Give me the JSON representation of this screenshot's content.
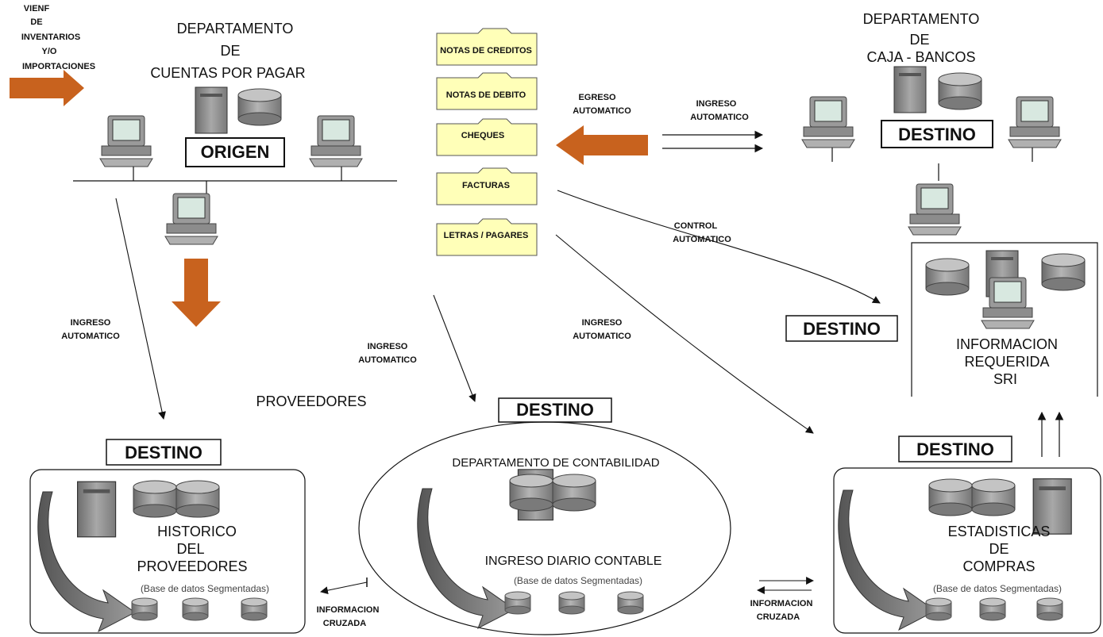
{
  "colors": {
    "accent_arrow": "#c8621e",
    "server": "#8a8a8a",
    "folder": "#ffffb8"
  },
  "import_label": {
    "l1": "VIENF",
    "l2": "DE",
    "l3": "INVENTARIOS",
    "l4": "Y/O",
    "l5": "IMPORTACIONES"
  },
  "origin_dept": {
    "l1": "DEPARTAMENTO",
    "l2": "DE",
    "l3": "CUENTAS POR PAGAR",
    "badge": "ORIGEN"
  },
  "documents": [
    "NOTAS DE CREDITOS",
    "NOTAS DE DEBITO",
    "CHEQUES",
    "FACTURAS",
    "LETRAS / PAGARES"
  ],
  "egreso": {
    "l1": "EGRESO",
    "l2": "AUTOMATICO"
  },
  "ingreso_caja": {
    "l1": "INGRESO",
    "l2": "AUTOMATICO"
  },
  "caja_dept": {
    "l1": "DEPARTAMENTO",
    "l2": "DE",
    "l3": "CAJA - BANCOS",
    "badge": "DESTINO"
  },
  "control": {
    "l1": "CONTROL",
    "l2": "AUTOMATICO"
  },
  "ingreso_left": {
    "l1": "INGRESO",
    "l2": "AUTOMATICO"
  },
  "ingreso_mid": {
    "l1": "INGRESO",
    "l2": "AUTOMATICO"
  },
  "ingreso_right": {
    "l1": "INGRESO",
    "l2": "AUTOMATICO"
  },
  "proveedores": "PROVEEDORES",
  "destino_sri": "DESTINO",
  "sri": {
    "l1": "INFORMACION",
    "l2": "REQUERIDA",
    "l3": "SRI"
  },
  "historico": {
    "badge": "DESTINO",
    "l1": "HISTORICO",
    "l2": "DEL",
    "l3": "PROVEEDORES",
    "db": "(Base de datos Segmentadas)"
  },
  "contabilidad": {
    "badge": "DESTINO",
    "title": "DEPARTAMENTO DE CONTABILIDAD",
    "sub": "INGRESO DIARIO CONTABLE",
    "db": "(Base de datos Segmentadas)"
  },
  "estadisticas": {
    "badge": "DESTINO",
    "l1": "ESTADISTICAS",
    "l2": "DE",
    "l3": "COMPRAS",
    "db": "(Base de datos Segmentadas)"
  },
  "cruzada_left": {
    "l1": "INFORMACION",
    "l2": "CRUZADA"
  },
  "cruzada_right": {
    "l1": "INFORMACION",
    "l2": "CRUZADA"
  }
}
